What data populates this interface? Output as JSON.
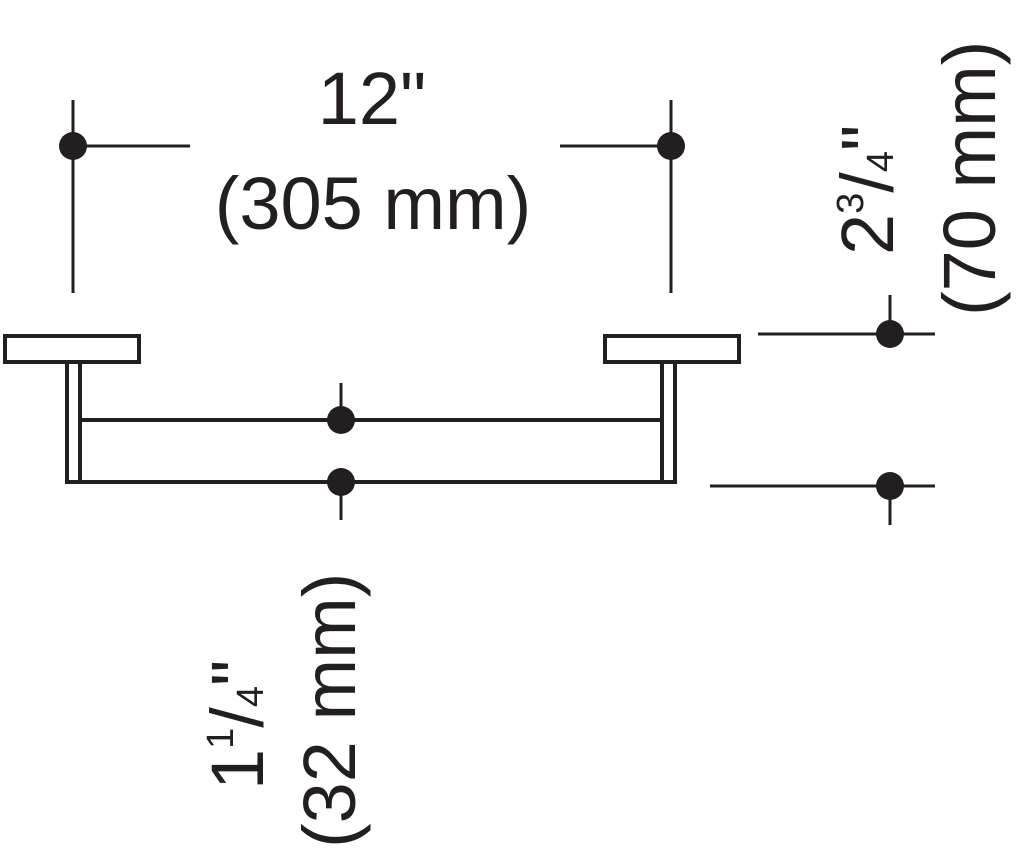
{
  "dimensions": {
    "length": {
      "imperial": "12\"",
      "metric": "(305 mm)"
    },
    "projection": {
      "whole": "2",
      "numerator": "3",
      "denominator": "4",
      "inch_mark": "\"",
      "metric": "(70 mm)"
    },
    "diameter": {
      "whole": "1",
      "numerator": "1",
      "denominator": "4",
      "inch_mark": "\"",
      "metric": "(32 mm)"
    }
  },
  "colors": {
    "line": "#231f20",
    "background": "#ffffff"
  }
}
